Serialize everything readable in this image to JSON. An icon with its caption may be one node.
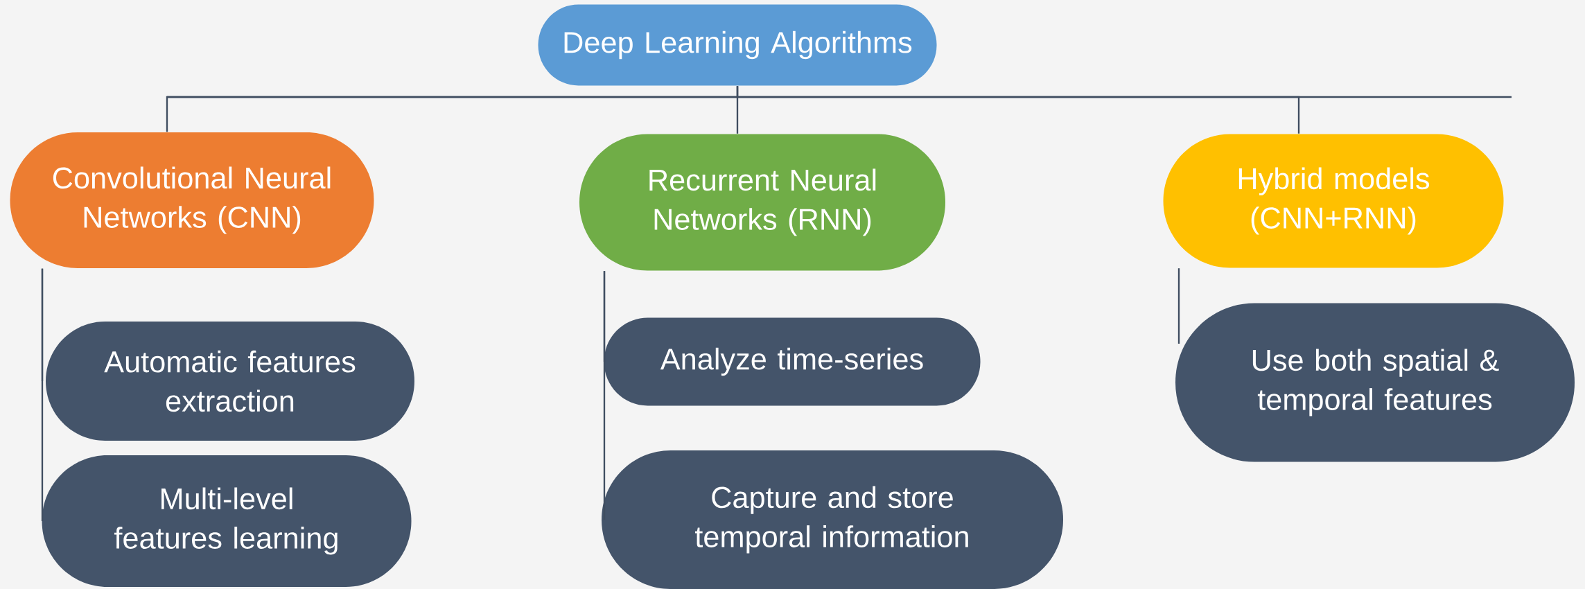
{
  "diagram": {
    "nodes": [
      {
        "text": [
          "Deep Learning Algorithms"
        ]
      },
      {
        "text": [
          "Convolutional Neural Networks (CNN)"
        ]
      },
      {
        "text": [
          "Recurrent Neural Networks (RNN)"
        ]
      },
      {
        "text": [
          "Hybrid models (CNN+RNN)"
        ]
      },
      {
        "text": [
          "Automatic features extraction"
        ]
      },
      {
        "text": [
          "Multi-level features learning"
        ]
      },
      {
        "text": [
          "Analyze time-series"
        ]
      },
      {
        "text": [
          "Capture and store temporal information"
        ]
      },
      {
        "text": [
          "Use both spatial & temporal features"
        ]
      }
    ],
    "edges": [
      {
        "from": 0,
        "to": 1,
        "arrow": "none"
      },
      {
        "from": 0,
        "to": 2,
        "arrow": "none"
      },
      {
        "from": 0,
        "to": 3,
        "arrow": "none"
      },
      {
        "from": 1,
        "to": 4,
        "arrow": "none"
      },
      {
        "from": 1,
        "to": 5,
        "arrow": "none"
      },
      {
        "from": 2,
        "to": 6,
        "arrow": "none"
      },
      {
        "from": 2,
        "to": 7,
        "arrow": "none"
      },
      {
        "from": 3,
        "to": 8,
        "arrow": "none"
      }
    ]
  }
}
